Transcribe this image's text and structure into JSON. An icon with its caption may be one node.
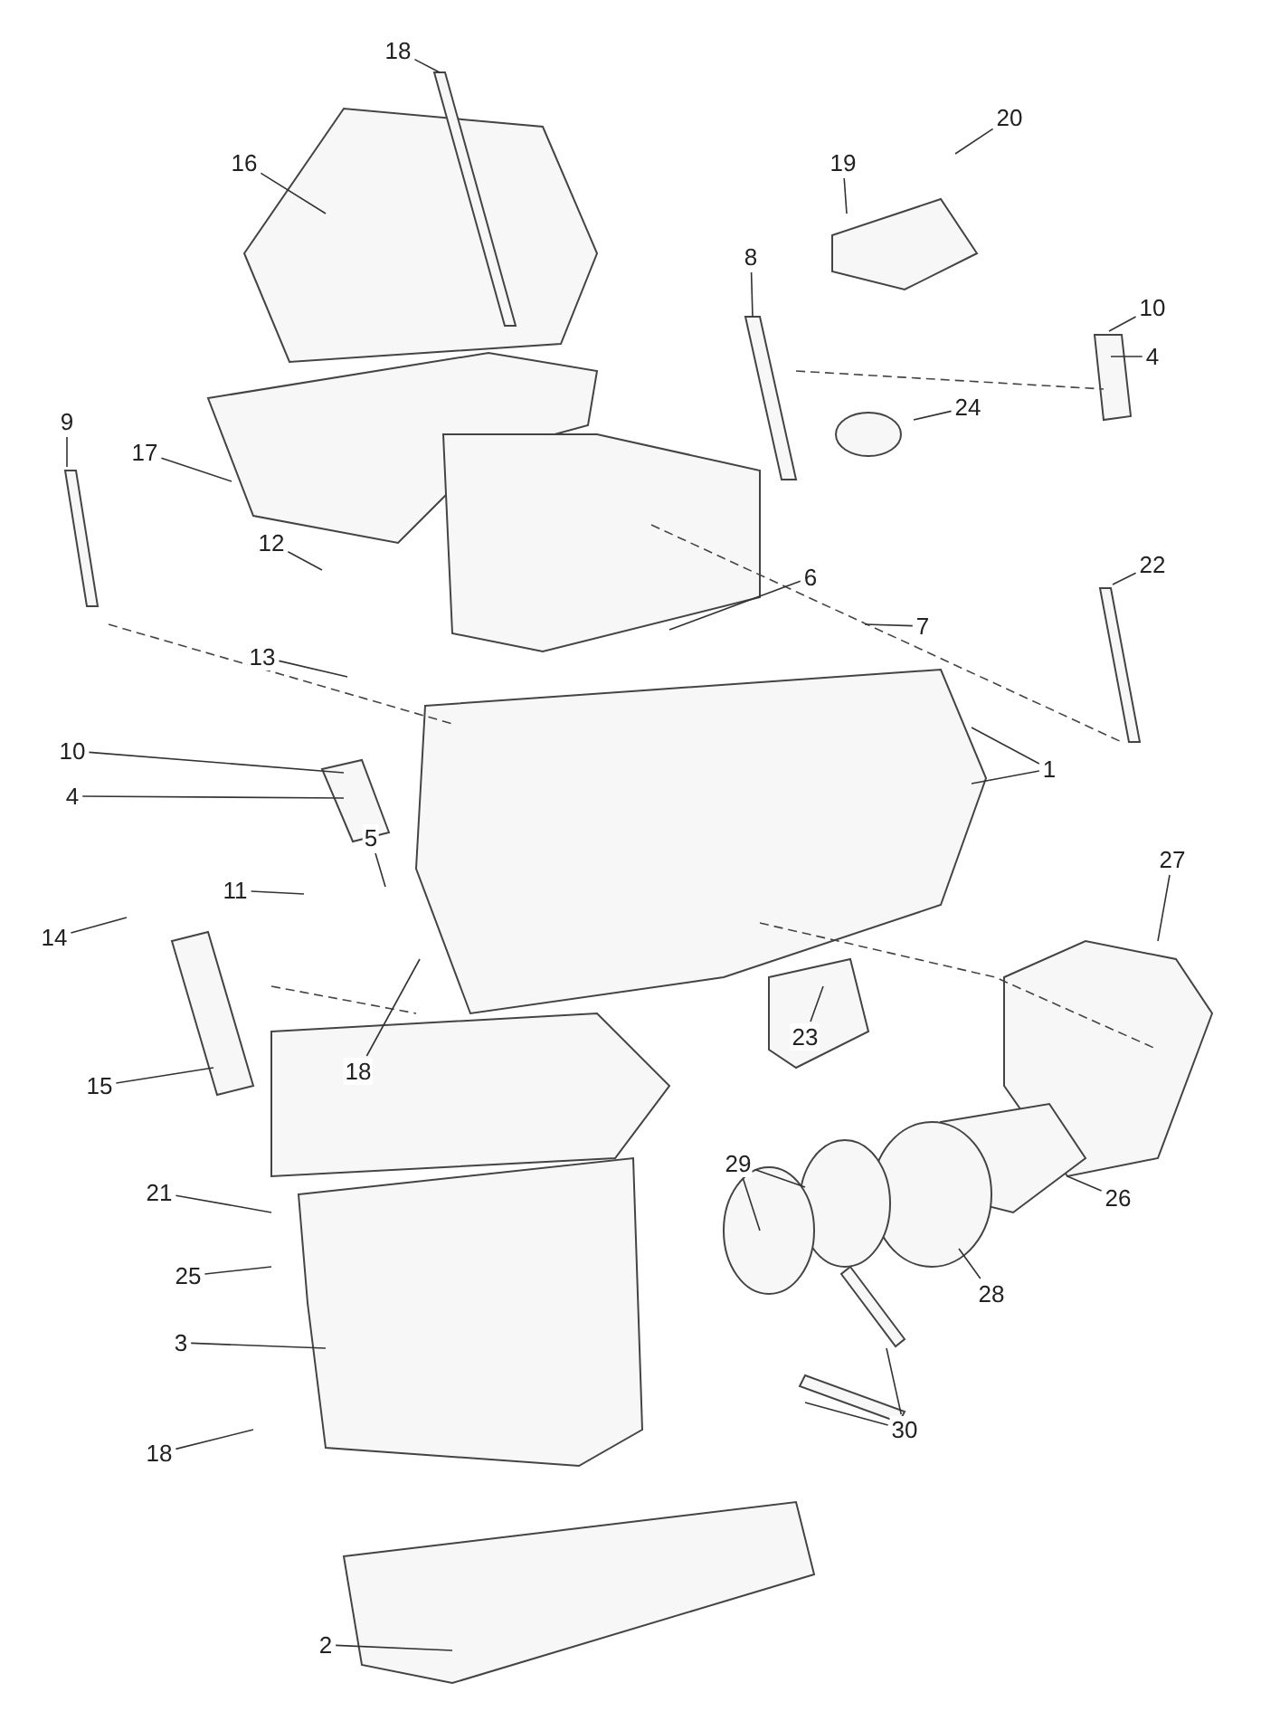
{
  "diagram": {
    "nodes": [
      {
        "text": [
          "18"
        ]
      },
      {
        "text": [
          "16"
        ]
      },
      {
        "text": [
          "19"
        ]
      },
      {
        "text": [
          "20"
        ]
      },
      {
        "text": [
          "8"
        ]
      },
      {
        "text": [
          "10"
        ]
      },
      {
        "text": [
          "4"
        ]
      },
      {
        "text": [
          "24"
        ]
      },
      {
        "text": [
          "9"
        ]
      },
      {
        "text": [
          "17"
        ]
      },
      {
        "text": [
          "22"
        ]
      },
      {
        "text": [
          "12"
        ]
      },
      {
        "text": [
          "6"
        ]
      },
      {
        "text": [
          "7"
        ]
      },
      {
        "text": [
          "13"
        ]
      },
      {
        "text": [
          "1"
        ]
      },
      {
        "text": [
          "10"
        ]
      },
      {
        "text": [
          "4"
        ]
      },
      {
        "text": [
          "5"
        ]
      },
      {
        "text": [
          "11"
        ]
      },
      {
        "text": [
          "14"
        ]
      },
      {
        "text": [
          "27"
        ]
      },
      {
        "text": [
          "18"
        ]
      },
      {
        "text": [
          "15"
        ]
      },
      {
        "text": [
          "23"
        ]
      },
      {
        "text": [
          "26"
        ]
      },
      {
        "text": [
          "21"
        ]
      },
      {
        "text": [
          "29"
        ]
      },
      {
        "text": [
          "28"
        ]
      },
      {
        "text": [
          "25"
        ]
      },
      {
        "text": [
          "3"
        ]
      },
      {
        "text": [
          "18"
        ]
      },
      {
        "text": [
          "30"
        ]
      },
      {
        "text": [
          "2"
        ]
      }
    ],
    "edges": [
      {
        "from": 0,
        "to": null,
        "arrow": "none"
      },
      {
        "from": 1,
        "to": null,
        "arrow": "none"
      },
      {
        "from": 2,
        "to": null,
        "arrow": "none"
      },
      {
        "from": 3,
        "to": null,
        "arrow": "none"
      },
      {
        "from": 4,
        "to": null,
        "arrow": "none"
      },
      {
        "from": 5,
        "to": null,
        "arrow": "none"
      },
      {
        "from": 6,
        "to": null,
        "arrow": "none"
      },
      {
        "from": 7,
        "to": null,
        "arrow": "none"
      },
      {
        "from": 8,
        "to": null,
        "arrow": "none"
      },
      {
        "from": 9,
        "to": null,
        "arrow": "none"
      },
      {
        "from": 10,
        "to": null,
        "arrow": "none"
      },
      {
        "from": 11,
        "to": null,
        "arrow": "none"
      },
      {
        "from": 12,
        "to": null,
        "arrow": "none"
      },
      {
        "from": 13,
        "to": null,
        "arrow": "none"
      },
      {
        "from": 14,
        "to": null,
        "arrow": "none"
      },
      {
        "from": 15,
        "to": null,
        "arrow": "none"
      },
      {
        "from": 15,
        "to": null,
        "arrow": "none"
      },
      {
        "from": 16,
        "to": null,
        "arrow": "none"
      },
      {
        "from": 17,
        "to": null,
        "arrow": "none"
      },
      {
        "from": 18,
        "to": null,
        "arrow": "none"
      },
      {
        "from": 19,
        "to": null,
        "arrow": "none"
      },
      {
        "from": 20,
        "to": null,
        "arrow": "none"
      },
      {
        "from": 21,
        "to": null,
        "arrow": "none"
      },
      {
        "from": 22,
        "to": null,
        "arrow": "none"
      },
      {
        "from": 23,
        "to": null,
        "arrow": "none"
      },
      {
        "from": 24,
        "to": null,
        "arrow": "none"
      },
      {
        "from": 25,
        "to": null,
        "arrow": "none"
      },
      {
        "from": 26,
        "to": null,
        "arrow": "none"
      },
      {
        "from": 27,
        "to": null,
        "arrow": "none"
      },
      {
        "from": 27,
        "to": null,
        "arrow": "none"
      },
      {
        "from": 28,
        "to": null,
        "arrow": "none"
      },
      {
        "from": 29,
        "to": null,
        "arrow": "none"
      },
      {
        "from": 30,
        "to": null,
        "arrow": "none"
      },
      {
        "from": 31,
        "to": null,
        "arrow": "none"
      },
      {
        "from": 32,
        "to": null,
        "arrow": "none"
      },
      {
        "from": 32,
        "to": null,
        "arrow": "none"
      },
      {
        "from": 33,
        "to": null,
        "arrow": "none"
      }
    ]
  }
}
